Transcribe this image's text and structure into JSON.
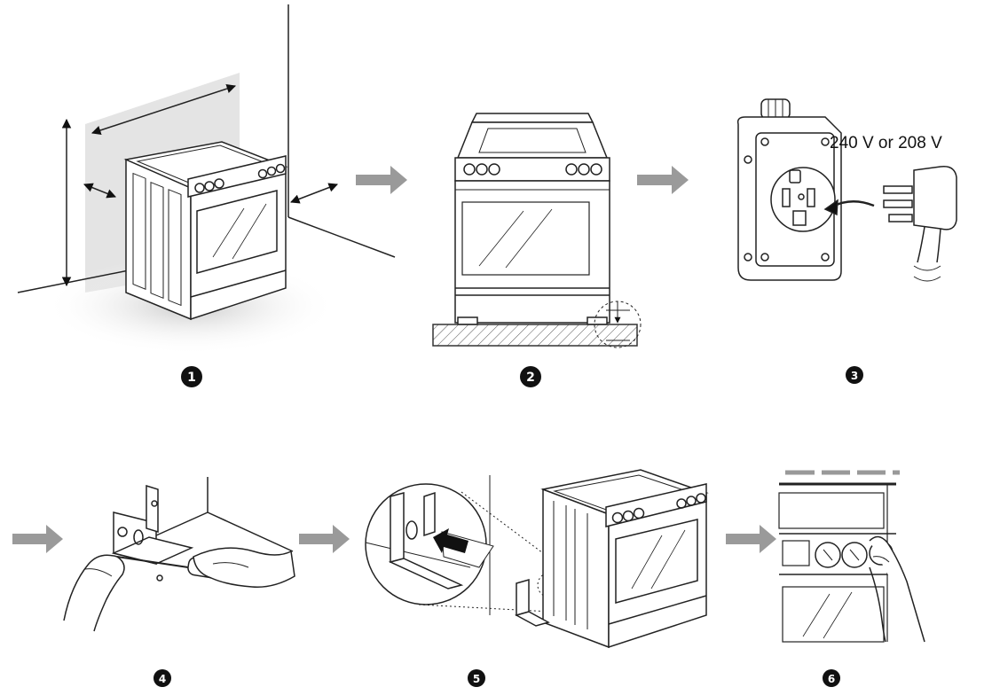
{
  "steps": [
    {
      "number": "1"
    },
    {
      "number": "2"
    },
    {
      "number": "3",
      "voltage_label": "240 V or 208 V"
    },
    {
      "number": "4"
    },
    {
      "number": "5"
    },
    {
      "number": "6"
    }
  ],
  "colors": {
    "line": "#222222",
    "arrow": "#9a9a9a",
    "wall_shade": "#e2e2e2",
    "floor_shadow": "#d9d9d9",
    "badge": "#111111"
  },
  "icons": [
    "right-arrow-icon",
    "number-badge-icon"
  ]
}
